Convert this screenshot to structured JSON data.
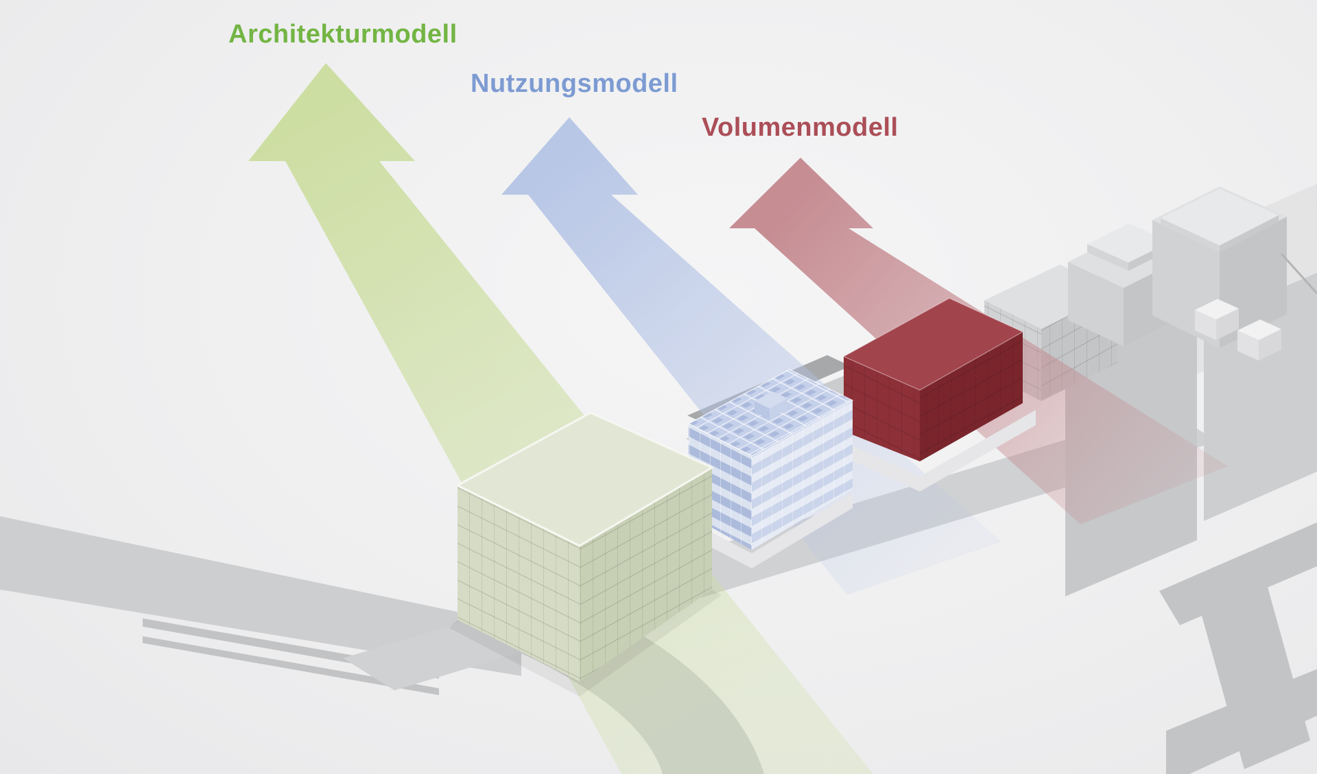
{
  "diagram": {
    "background": "#efeff0",
    "labels": {
      "architekturmodell": {
        "text": "Architekturmodell",
        "color": "#73b544"
      },
      "nutzungsmodell": {
        "text": "Nutzungsmodell",
        "color": "#7d9bd2"
      },
      "volumenmodell": {
        "text": "Volumenmodell",
        "color": "#ab4e57"
      }
    },
    "arrows": {
      "architekturmodell": {
        "color": "#cbdd9e"
      },
      "nutzungsmodell": {
        "color": "#b2c2e5"
      },
      "volumenmodell": {
        "color": "#c18288"
      }
    },
    "buildings": {
      "architekturmodell": {
        "roof": "#e2e6d4",
        "left": "#d5dbc4",
        "right": "#c7cfb4"
      },
      "nutzungsmodell": {
        "roof": "#c5d0ea",
        "left": "#dce3f0",
        "right": "#e6ebf5"
      },
      "volumenmodell": {
        "roof": "#a2444c",
        "left": "#8d3037",
        "right": "#7a252c"
      },
      "context": {
        "roof": "#dee0e2",
        "left": "#d1d2d4",
        "right": "#c4c5c7",
        "slab": "#e8e9eb"
      }
    }
  }
}
